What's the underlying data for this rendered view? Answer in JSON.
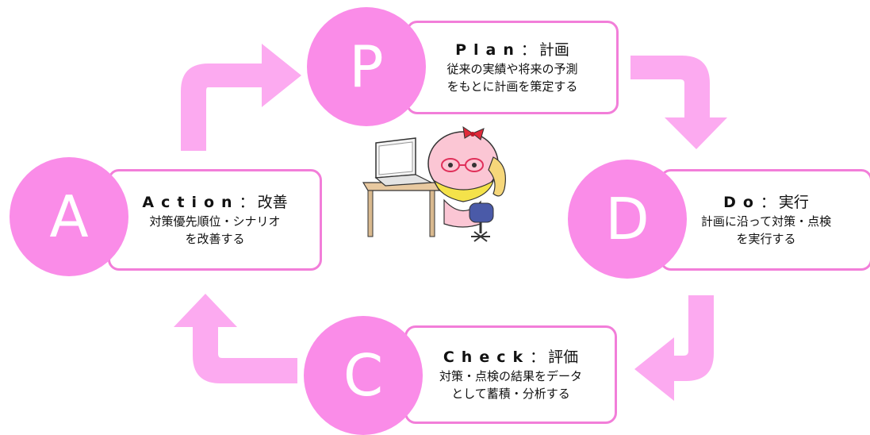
{
  "colors": {
    "pink_circle": "#fa8ce8",
    "pink_arrow": "#fcaaf0",
    "pink_border": "#f27ed9"
  },
  "plan": {
    "letter": "P",
    "title": "Plan",
    "title_sep": "：",
    "title_jp": "計画",
    "line1": "従来の実績や将来の予測",
    "line2": "をもとに計画を策定する"
  },
  "do": {
    "letter": "D",
    "title": "Do",
    "title_sep": "：",
    "title_jp": "実行",
    "line1": "計画に沿って対策・点検",
    "line2": "を実行する"
  },
  "check": {
    "letter": "C",
    "title": "Check",
    "title_sep": "：",
    "title_jp": "評価",
    "line1": "対策・点検の結果をデータ",
    "line2": "として蓄積・分析する"
  },
  "action": {
    "letter": "A",
    "title": "Action",
    "title_sep": "：",
    "title_jp": "改善",
    "line1": "対策優先順位・シナリオ",
    "line2": "を改善する"
  },
  "icons": {
    "arrow": "curved-arrow-icon",
    "character": "mascot-at-computer-icon"
  }
}
